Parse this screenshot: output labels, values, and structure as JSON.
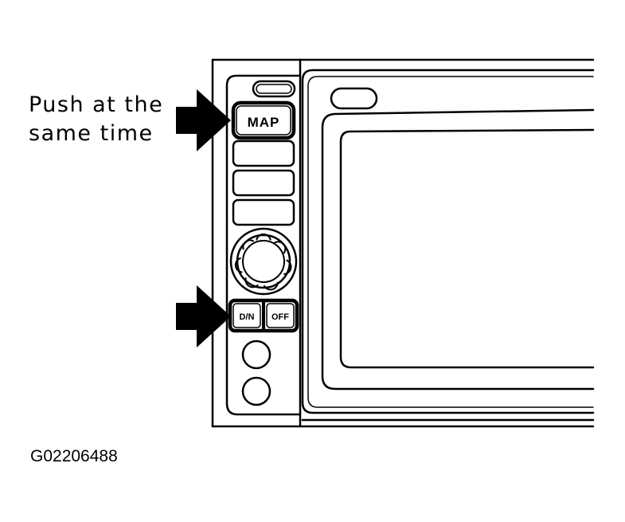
{
  "instruction": {
    "line1": "Push at the",
    "line2": "same time"
  },
  "buttons": {
    "map": "MAP",
    "dn": "D/N",
    "off": "OFF"
  },
  "figure_id": "G02206488",
  "colors": {
    "ink": "#000000",
    "paper": "#ffffff"
  }
}
